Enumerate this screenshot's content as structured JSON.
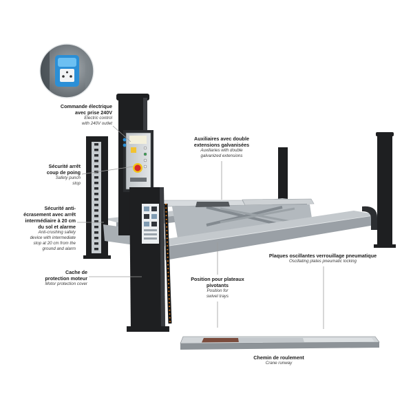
{
  "labels": {
    "electric_control": {
      "fr": [
        "Commande électrique",
        "avec prise 240V"
      ],
      "en": [
        "Electric control",
        "with 240V outlet"
      ]
    },
    "punch_stop": {
      "fr": [
        "Sécurité arrêt",
        "coup de poing"
      ],
      "en": [
        "Safety punch",
        "stop"
      ]
    },
    "anti_crush": {
      "fr": [
        "Sécurité anti-",
        "écrasement avec arrêt",
        "intermédiaire à 20 cm",
        "du sol et alarme"
      ],
      "en": [
        "Anti-crushing safety",
        "device with intermediate",
        "stop at 20 cm from the",
        "ground and alarm"
      ]
    },
    "motor_cover": {
      "fr": [
        "Cache de",
        "protection moteur"
      ],
      "en": [
        "Motor protection cover"
      ]
    },
    "auxiliaries": {
      "fr": [
        "Auxiliaires avec double",
        "extensions galvanisées"
      ],
      "en": [
        "Auxiliaries with double",
        "galvanized extensions"
      ]
    },
    "oscillating_plates": {
      "fr": [
        "Plaques oscillantes verrouillage pneumatique"
      ],
      "en": [
        "Oscillating plates pneumatic locking"
      ]
    },
    "swivel_trays": {
      "fr": [
        "Position pour plateaux",
        "pivotants"
      ],
      "en": [
        "Position for",
        "swivel trays"
      ]
    },
    "crane_runway": {
      "fr": [
        "Chemin de roulement"
      ],
      "en": [
        "Crane runway"
      ]
    }
  },
  "icons": {
    "inset": "electric-outlet-icon",
    "emergency_stop": "emergency-stop-button-icon"
  },
  "colors": {
    "post": "#1e1f21",
    "runway": "#c4c9cd",
    "leader_line": "#9b9b9b",
    "outlet": "#2b8fd6",
    "emergency_stop": "#d62828"
  }
}
